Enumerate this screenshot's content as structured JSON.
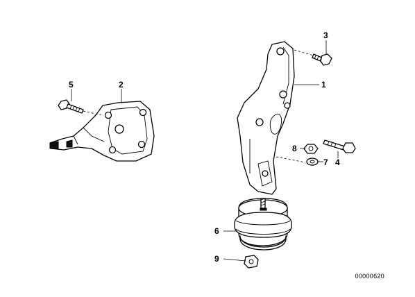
{
  "callouts": [
    {
      "id": "1",
      "label": "1"
    },
    {
      "id": "2",
      "label": "2"
    },
    {
      "id": "3",
      "label": "3"
    },
    {
      "id": "4",
      "label": "4"
    },
    {
      "id": "5",
      "label": "5"
    },
    {
      "id": "6",
      "label": "6"
    },
    {
      "id": "7",
      "label": "7"
    },
    {
      "id": "8",
      "label": "8"
    },
    {
      "id": "9",
      "label": "9"
    }
  ],
  "reference_number": "00000620"
}
